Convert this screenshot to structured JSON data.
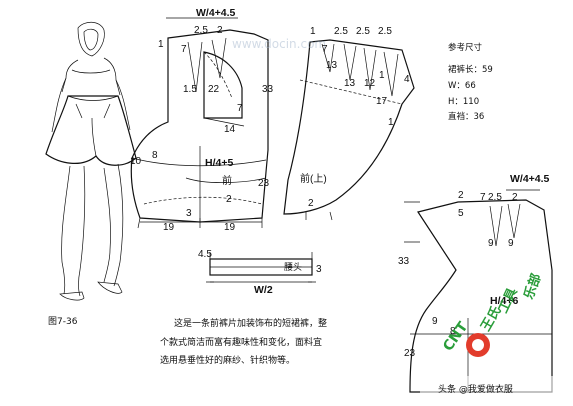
{
  "figure": {
    "number_label": "图7-36",
    "caption_lines": [
      "这是一条前裤片加装饰布的短裙裤，整",
      "个款式简洁而富有趣味性和变化，面料宜",
      "选用悬垂性好的麻纱、针织物等。"
    ]
  },
  "reference_sizes": {
    "title": "参考尺寸",
    "rows": [
      "裙裤长：59",
      "W：66",
      "H：110",
      "直裆：36"
    ]
  },
  "panel_front_left": {
    "labels": [
      "W/4+4.5",
      "1",
      "7",
      "2.5",
      "2",
      "1.5",
      "22",
      "7",
      "14",
      "33",
      "10",
      "8",
      "H/4+5",
      "前",
      "23",
      "2",
      "3",
      "19",
      "19"
    ]
  },
  "panel_front_upper": {
    "labels": [
      "1",
      "2.5",
      "2.5",
      "2.5",
      "7",
      "13",
      "13",
      "12",
      "17",
      "4",
      "1",
      "1",
      "2",
      "前(上)"
    ]
  },
  "panel_back": {
    "labels": [
      "W/4+4.5",
      "2",
      "7",
      "2.5",
      "2",
      "5",
      "9",
      "9",
      "33",
      "H/4+6",
      "9",
      "8",
      "23"
    ]
  },
  "waistband": {
    "left_label": "4.5",
    "right_label": "3",
    "width_label": "W/2",
    "tag": "腰头"
  },
  "watermark": {
    "top_text": "www.docin.com",
    "stamp_text": "CNT 王氏 工 具 乐 部",
    "bottom_text": "头条 @我爱做衣服"
  }
}
